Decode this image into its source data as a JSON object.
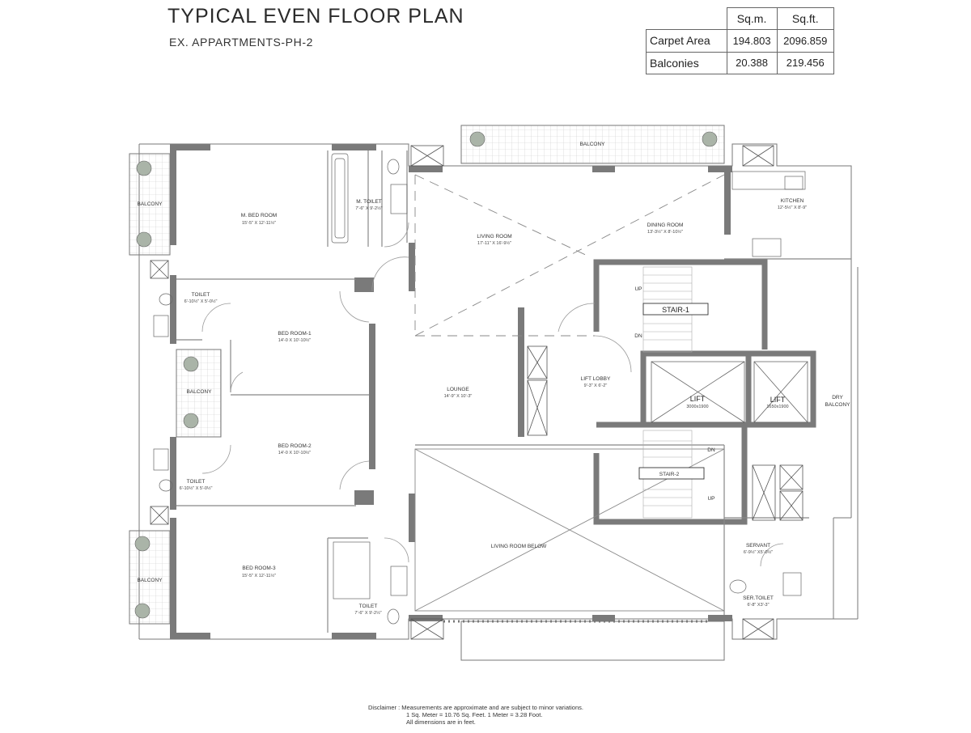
{
  "header": {
    "title": "TYPICAL EVEN FLOOR PLAN",
    "subtitle": "EX. APPARTMENTS-PH-2"
  },
  "area_table": {
    "col_sqm": "Sq.m.",
    "col_sqft": "Sq.ft.",
    "rows": [
      {
        "label": "Carpet Area",
        "sqm": "194.803",
        "sqft": "2096.859"
      },
      {
        "label": "Balconies",
        "sqm": "20.388",
        "sqft": "219.456"
      }
    ]
  },
  "rooms": {
    "balcony_top": "BALCONY",
    "balcony_left_1": "BALCONY",
    "balcony_left_2": "BALCONY",
    "balcony_left_3": "BALCONY",
    "m_bed": {
      "name": "M. BED ROOM",
      "dim": "15'-5\" X 12'-11½\""
    },
    "m_toilet": {
      "name": "M. TOILET",
      "dim": "7'-6\" X 9'-2½\""
    },
    "living": {
      "name": "LIVING ROOM",
      "dim": "17'-11\" X 16'-9½\""
    },
    "dining": {
      "name": "DINING ROOM",
      "dim": "13'-3½\" X 8'-10½\""
    },
    "kitchen": {
      "name": "KITCHEN",
      "dim": "12'-5½\" X 8'-9\""
    },
    "toilet_1": {
      "name": "TOILET",
      "dim": "6'-10½\" X 5'-0½\""
    },
    "bed_1": {
      "name": "BED ROOM-1",
      "dim": "14'-0 X 10'-10½\""
    },
    "stair_1": {
      "name": "STAIR-1",
      "up": "UP",
      "dn": "DN"
    },
    "lift_lobby": {
      "name": "LIFT LOBBY",
      "dim": "9'-3\" X 6'-2\""
    },
    "lift_1": {
      "name": "LIFT",
      "dim": "3000x1900"
    },
    "lift_2": {
      "name": "LIFT",
      "dim": "1650x1900"
    },
    "dry_balcony": {
      "line1": "DRY",
      "line2": "BALCONY"
    },
    "lounge": {
      "name": "LOUNGE",
      "dim": "14'-9\" X 10'-3\""
    },
    "bed_2": {
      "name": "BED ROOM-2",
      "dim": "14'-0 X 10'-10½\""
    },
    "toilet_2": {
      "name": "TOILET",
      "dim": "6'-10½\" X 5'-0½\""
    },
    "stair_2": {
      "name": "STAIR-2",
      "up": "UP",
      "dn": "DN"
    },
    "bed_3": {
      "name": "BED ROOM-3",
      "dim": "15'-5\" X 12'-11½\""
    },
    "living_below": {
      "name": "LIVING ROOM BELOW"
    },
    "toilet_3": {
      "name": "TOILET",
      "dim": "7'-6\" X 9'-2½\""
    },
    "servant": {
      "name": "SERVANT",
      "dim": "6'-9½\" X5'-0½\""
    },
    "ser_toilet": {
      "name": "SER.TOILET",
      "dim": "6'-8\" X3'-3\""
    }
  },
  "disclaimer": {
    "line1": "Disclaimer : Measurements are approximate and are subject to minor variations.",
    "line2": "1 Sq. Meter = 10.76 Sq. Feet. 1 Meter = 3.28 Foot.",
    "line3": "All dimensions are in feet."
  }
}
